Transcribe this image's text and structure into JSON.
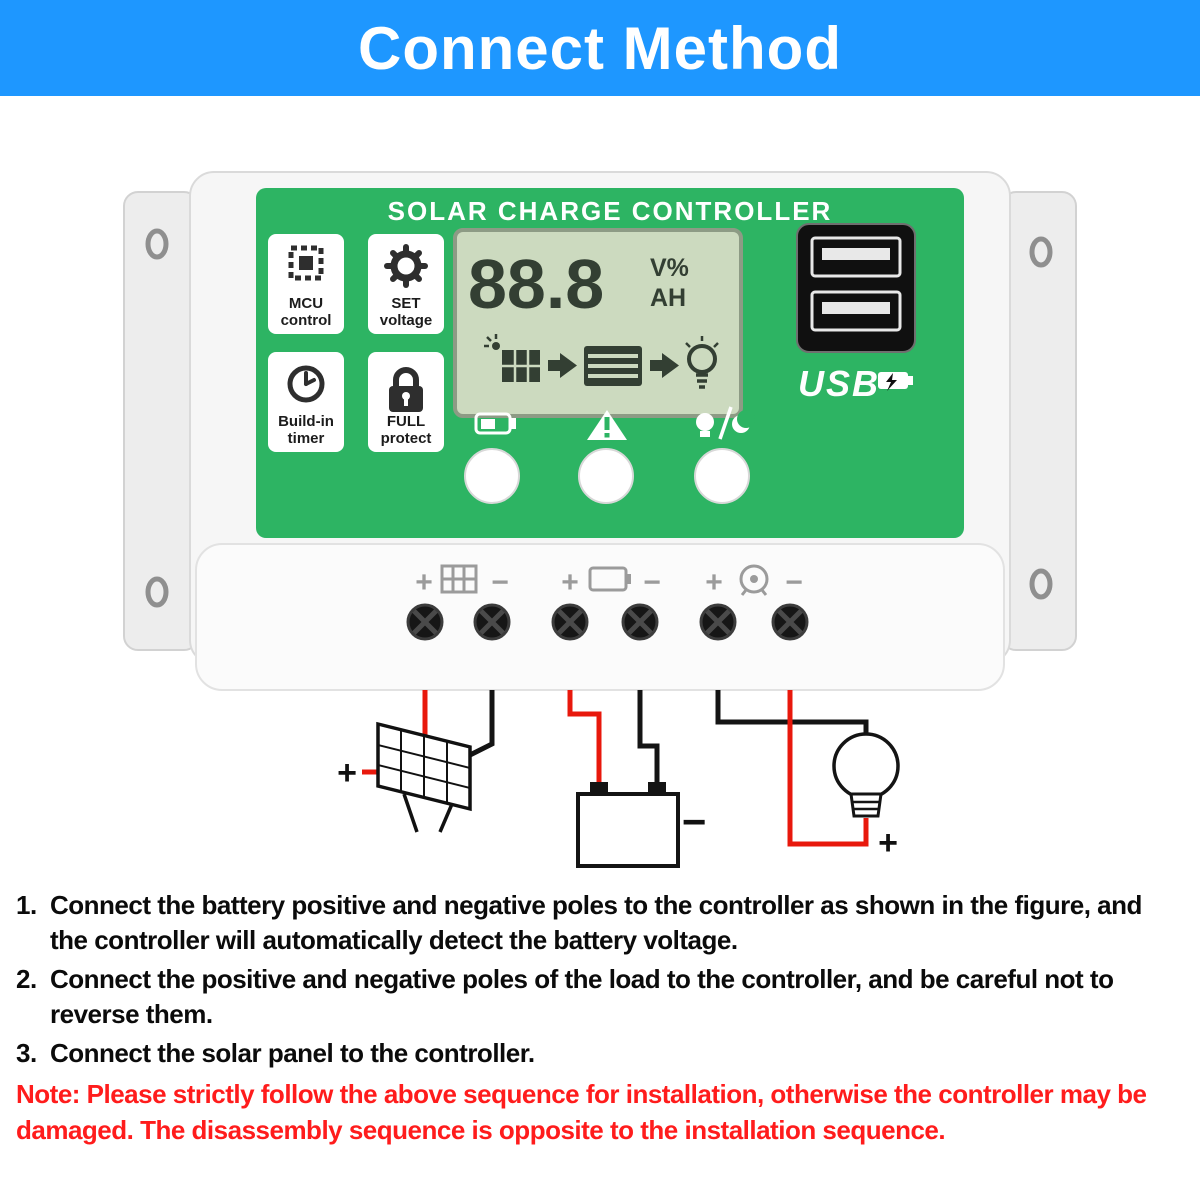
{
  "header": {
    "title": "Connect Method",
    "bg_color": "#1e97ff",
    "text_color": "#ffffff"
  },
  "device": {
    "title": "SOLAR CHARGE CONTROLLER",
    "panel_color": "#2db463",
    "features": [
      {
        "icon": "mcu-chip-icon",
        "line1": "MCU",
        "line2": "control"
      },
      {
        "icon": "gear-icon",
        "line1": "SET",
        "line2": "voltage"
      },
      {
        "icon": "clock-icon",
        "line1": "Build-in",
        "line2": "timer"
      },
      {
        "icon": "lock-icon",
        "line1": "FULL",
        "line2": "protect"
      }
    ],
    "lcd": {
      "digits": "88.8",
      "unit1": "V%",
      "unit2": "AH",
      "bg_color": "#ccdabf",
      "icons": [
        "solar-panel-icon",
        "arrow-icon",
        "battery-level-icon",
        "arrow-icon",
        "bulb-icon"
      ]
    },
    "button_icons": [
      "battery-icon",
      "warning-triangle-icon",
      "light-mode-icon"
    ],
    "usb": {
      "label": "USB",
      "ports": 2
    },
    "terminals": [
      {
        "plus": "+",
        "icon": "solar-panel-icon",
        "minus": "−"
      },
      {
        "plus": "+",
        "icon": "battery-icon",
        "minus": "−"
      },
      {
        "plus": "+",
        "icon": "load-icon",
        "minus": "−"
      }
    ]
  },
  "wiring": {
    "solar_plus_label": "+",
    "battery_minus_label": "−",
    "load_plus_label": "+",
    "red_wire_color": "#e8180c",
    "black_wire_color": "#141414",
    "components": [
      "solar-panel",
      "battery",
      "light-bulb"
    ]
  },
  "instructions": [
    {
      "num": "1.",
      "text": "Connect the battery positive and negative poles to the controller as shown in the figure, and the controller will automatically detect the battery voltage."
    },
    {
      "num": "2.",
      "text": "Connect the positive and negative poles of the load to the controller, and be careful not to reverse them."
    },
    {
      "num": "3.",
      "text": "Connect the solar panel to the controller."
    }
  ],
  "note": {
    "text": "Note: Please strictly follow the above sequence for installation, otherwise the controller may be damaged. The disassembly sequence is opposite to the installation sequence.",
    "color": "#ff1c1c"
  }
}
